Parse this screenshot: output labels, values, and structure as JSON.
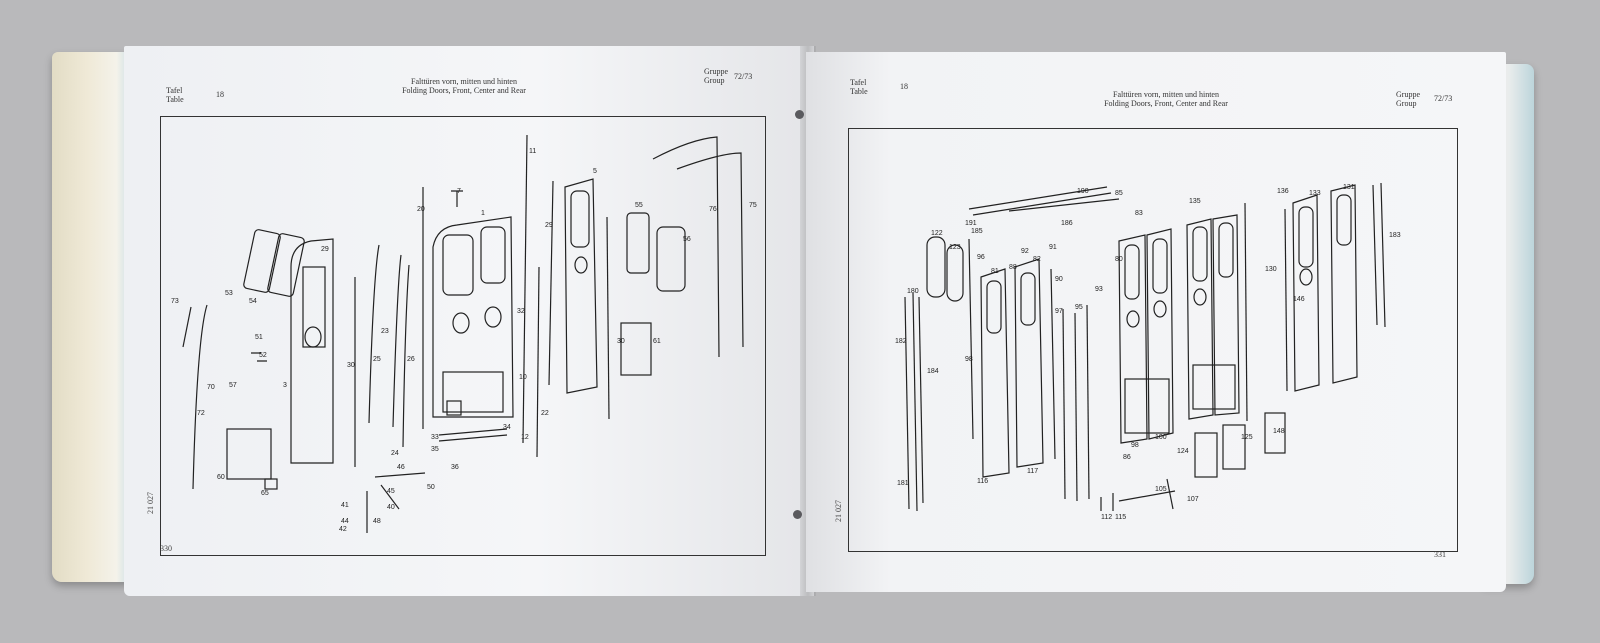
{
  "left_page": {
    "tafel_label": "Tafel",
    "table_label": "Table",
    "table_number": "18",
    "title_de": "Falttüren vorn, mitten und hinten",
    "title_en": "Folding Doors, Front, Center and Rear",
    "gruppe_label": "Gruppe",
    "group_label": "Group",
    "group_number": "72/73",
    "side_code": "21 027",
    "page_number": "330",
    "callouts": [
      "11",
      "7",
      "5",
      "55",
      "76",
      "75",
      "20",
      "1",
      "29",
      "56",
      "29",
      "53",
      "54",
      "73",
      "51",
      "52",
      "30",
      "23",
      "26",
      "25",
      "32",
      "3",
      "70",
      "57",
      "30",
      "10",
      "61",
      "72",
      "24",
      "33",
      "35",
      "36",
      "34",
      "12",
      "22",
      "46",
      "45",
      "50",
      "60",
      "65",
      "41",
      "40",
      "44",
      "42",
      "48"
    ]
  },
  "right_page": {
    "tafel_label": "Tafel",
    "table_label": "Table",
    "table_number": "18",
    "title_de": "Falttüren vorn, mitten und hinten",
    "title_en": "Folding Doors, Front, Center and Rear",
    "gruppe_label": "Gruppe",
    "group_label": "Group",
    "group_number": "72/73",
    "side_code": "21 027",
    "page_number": "331",
    "callouts": [
      "190",
      "85",
      "135",
      "136",
      "133",
      "131",
      "191",
      "185",
      "186",
      "83",
      "183",
      "122",
      "123",
      "96",
      "92",
      "91",
      "81",
      "88",
      "82",
      "90",
      "80",
      "130",
      "180",
      "182",
      "184",
      "98",
      "93",
      "97",
      "95",
      "146",
      "98",
      "100",
      "124",
      "125",
      "148",
      "116",
      "117",
      "86",
      "181",
      "105",
      "107",
      "112",
      "115"
    ]
  }
}
